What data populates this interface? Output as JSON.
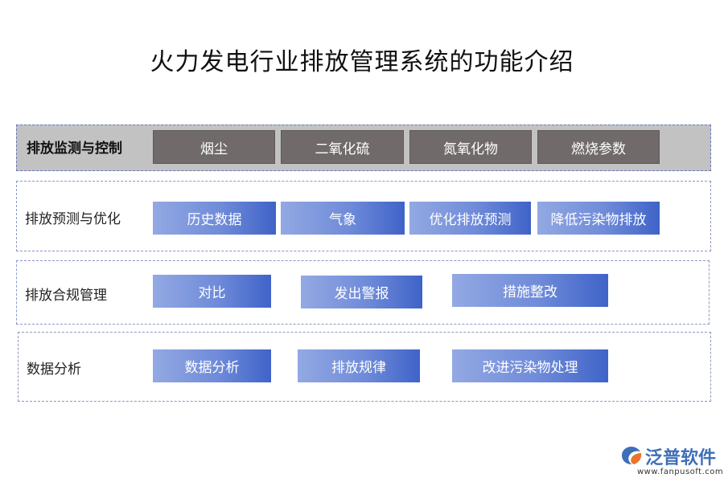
{
  "title": "火力发电行业排放管理系统的功能介绍",
  "rows": [
    {
      "label": "排放监测与控制",
      "items": [
        "烟尘",
        "二氧化硫",
        "氮氧化物",
        "燃烧参数"
      ]
    },
    {
      "label": "排放预测与优化",
      "items": [
        "历史数据",
        "气象",
        "优化排放预测",
        "降低污染物排放"
      ]
    },
    {
      "label": "排放合规管理",
      "items": [
        "对比",
        "发出警报",
        "措施整改"
      ]
    },
    {
      "label": "数据分析",
      "items": [
        "数据分析",
        "排放规律",
        "改进污染物处理"
      ]
    }
  ],
  "logo": {
    "name": "泛普软件",
    "url": "www.fanpusoft.com",
    "icon": "fanpu-logo-icon"
  }
}
